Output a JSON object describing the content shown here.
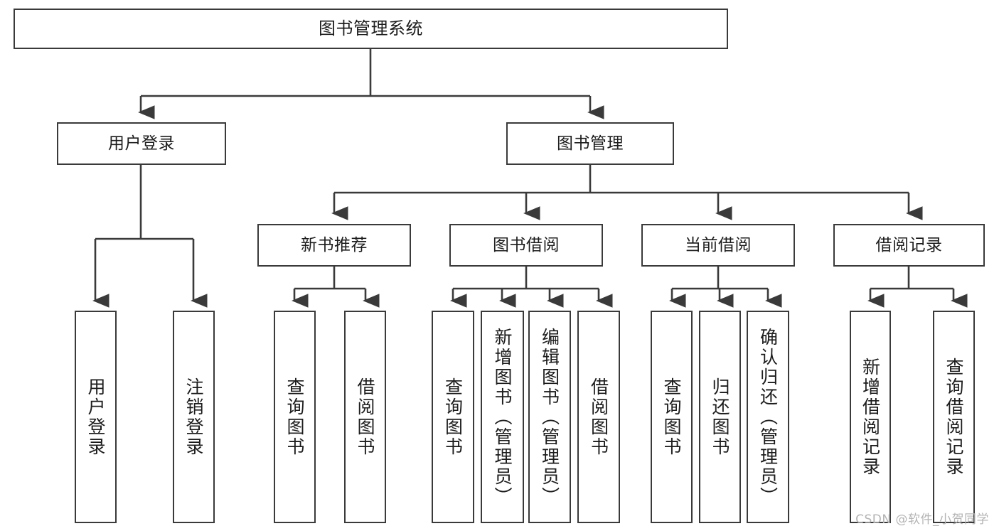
{
  "diagram": {
    "title": "图书管理系统",
    "type": "hierarchy-tree",
    "stroke_color": "#3a3a3a",
    "text_color": "#1c1c1c",
    "background": "#ffffff",
    "root": {
      "id": "root",
      "label": "图书管理系统"
    },
    "level2": [
      {
        "id": "user-login",
        "label": "用户登录"
      },
      {
        "id": "book-manage",
        "label": "图书管理"
      }
    ],
    "level3": [
      {
        "id": "new-book-recommend",
        "label": "新书推荐",
        "parent": "book-manage"
      },
      {
        "id": "book-borrow",
        "label": "图书借阅",
        "parent": "book-manage"
      },
      {
        "id": "current-borrow",
        "label": "当前借阅",
        "parent": "book-manage"
      },
      {
        "id": "borrow-record",
        "label": "借阅记录",
        "parent": "book-manage"
      }
    ],
    "leaves": [
      {
        "id": "leaf-user-login",
        "label": "用户登录",
        "parent": "user-login"
      },
      {
        "id": "leaf-logout",
        "label": "注销登录",
        "parent": "user-login"
      },
      {
        "id": "leaf-query-book-1",
        "label": "查询图书",
        "parent": "new-book-recommend"
      },
      {
        "id": "leaf-borrow-book-1",
        "label": "借阅图书",
        "parent": "new-book-recommend"
      },
      {
        "id": "leaf-query-book-2",
        "label": "查询图书",
        "parent": "book-borrow"
      },
      {
        "id": "leaf-add-book",
        "label": "新增图书（管理员）",
        "parent": "book-borrow"
      },
      {
        "id": "leaf-edit-book",
        "label": "编辑图书（管理员）",
        "parent": "book-borrow"
      },
      {
        "id": "leaf-borrow-book-2",
        "label": "借阅图书",
        "parent": "book-borrow"
      },
      {
        "id": "leaf-query-book-3",
        "label": "查询图书",
        "parent": "current-borrow"
      },
      {
        "id": "leaf-return-book",
        "label": "归还图书",
        "parent": "current-borrow"
      },
      {
        "id": "leaf-confirm-return",
        "label": "确认归还（管理员）",
        "parent": "current-borrow"
      },
      {
        "id": "leaf-add-record",
        "label": "新增借阅记录",
        "parent": "borrow-record"
      },
      {
        "id": "leaf-query-record",
        "label": "查询借阅记录",
        "parent": "borrow-record"
      }
    ]
  },
  "watermark": {
    "text": "CSDN @软件_小贺同学"
  }
}
